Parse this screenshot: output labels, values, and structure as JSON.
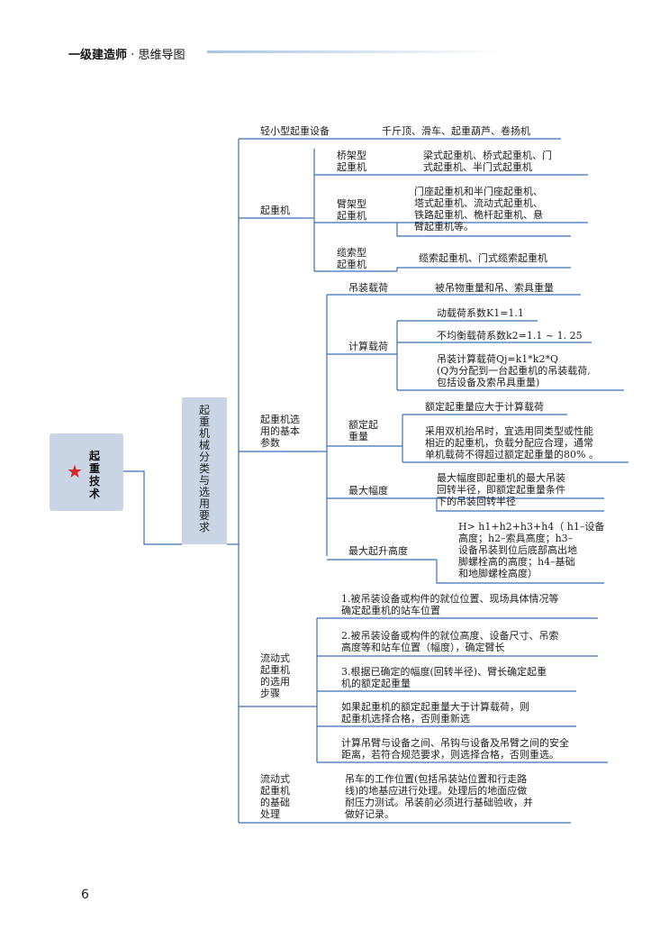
{
  "header": {
    "title_bold": "一级建造师",
    "dot": "·",
    "subtitle": "思维导图"
  },
  "page_number": "6",
  "root": {
    "label": "起重技术",
    "icon": "star-icon"
  },
  "branch": {
    "label": "起重机械分类与选用要求"
  },
  "nodes": {
    "light": {
      "label": "轻小型起重设备",
      "detail": "千斤顶、滑车、起重葫芦、卷扬机"
    },
    "crane": {
      "label": "起重机",
      "bridge": {
        "label": "桥架型\n起重机",
        "detail": "梁式起重机、桥式起重机、门\n式起重机、半门式起重机"
      },
      "boom": {
        "label": "臂架型\n起重机",
        "detail": "门座起重机和半门座起重机、\n塔式起重机、流动式起重机、\n铁路起重机、桅杆起重机、悬\n臂起重机等。"
      },
      "cable": {
        "label": "缆索型\n起重机",
        "detail": "缆索起重机、门式缆索起重机"
      }
    },
    "params": {
      "label": "起重机选\n用的基本\n参数",
      "load": {
        "label": "吊装载荷",
        "detail": "被吊物重量和吊、索具重量"
      },
      "calc": {
        "label": "计算载荷",
        "k1": "动载荷系数K1=1.1",
        "k2": "不均衡载荷系数k2=1.1 ~ 1. 25",
        "formula": "吊装计算载荷Qj=k1*k2*Q\n(Q为分配到一台起重机的吊装载荷,\n包括设备及索吊具重量)"
      },
      "rated": {
        "label": "额定起\n重量",
        "d1": "额定起重量应大于计算载荷",
        "d2": "采用双机抬吊时，宜选用同类型或性能\n相近的起重机，负载分配应合理，通常\n单机载荷不得超过额定起重量的80% 。"
      },
      "radius": {
        "label": "最大幅度",
        "detail": "最大幅度即起重机的最大吊装\n回转半径，即额定起重量条件\n下的吊装回转半径"
      },
      "height": {
        "label": "最大起升高度",
        "detail": "H> h1+h2+h3+h4（ h1–设备\n高度；h2–索具高度；h3–\n设备吊装到位后底部高出地\n脚螺栓高的高度；h4–基础\n和地脚螺栓高度）"
      }
    },
    "steps": {
      "label": "流动式\n起重机\n的选用\n步骤",
      "items": [
        "1.被吊装设备或构件的就位位置、现场具体情况等\n确定起重机的站车位置",
        "2.被吊装设备或构件的就位高度、设备尺寸、吊索\n高度等和站车位置（幅度），确定臂长",
        "3.根据已确定的幅度(回转半径)、臂长确定起重\n机的额定起重量",
        "如果起重机的额定起重量大于计算载荷，则\n起重机选择合格，否则重新选",
        "计算吊臂与设备之间、吊钩与设备及吊臂之间的安全\n距离，若符合规范要求，则选择合格，否则重选。"
      ]
    },
    "foundation": {
      "label": "流动式\n起重机\n的基础\n处理",
      "detail": "吊车的工作位置(包括吊装站位置和行走路\n线)的地基应进行处理。处理后的地面应做\n耐压力测试。吊装前必须进行基础验收，并\n做好记录。"
    }
  }
}
